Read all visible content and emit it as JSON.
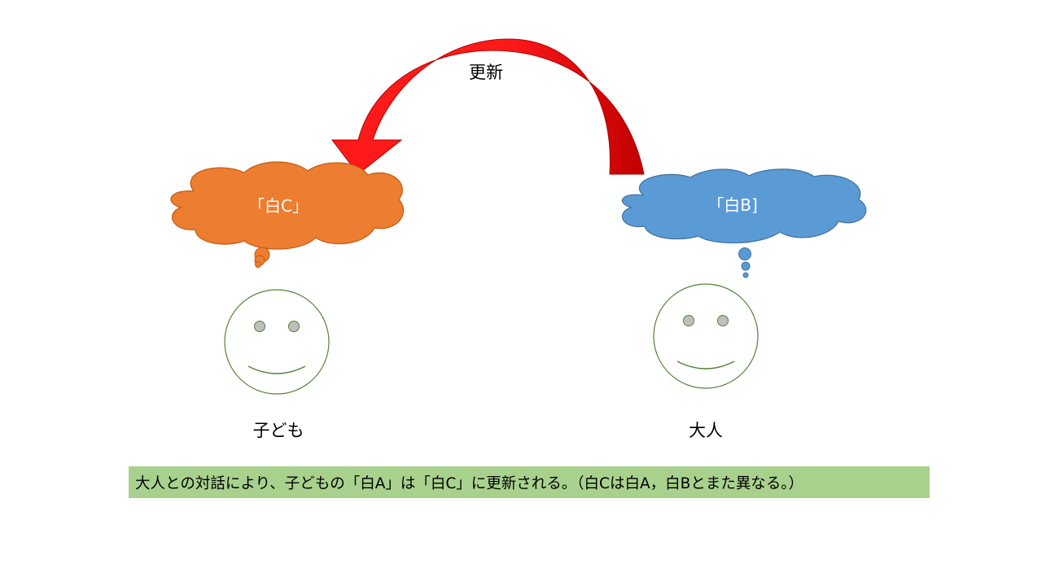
{
  "arrow": {
    "label": "更新",
    "color_light": "#ff1a1a",
    "color_dark": "#c00000"
  },
  "child": {
    "thought": "「白C」",
    "label": "子ども",
    "cloud_color": "#ed7d31"
  },
  "adult": {
    "thought": "「白B]",
    "label": "大人",
    "cloud_color": "#5b9bd5"
  },
  "face": {
    "fill": "#ffffff",
    "stroke": "#548235",
    "eye_color": "#bfbfbf"
  },
  "caption": {
    "text": "大人との対話により、子どもの「白A」は「白C」に更新される。（白Cは白A，白Bとまた異なる。）",
    "background": "#a9d18e"
  }
}
